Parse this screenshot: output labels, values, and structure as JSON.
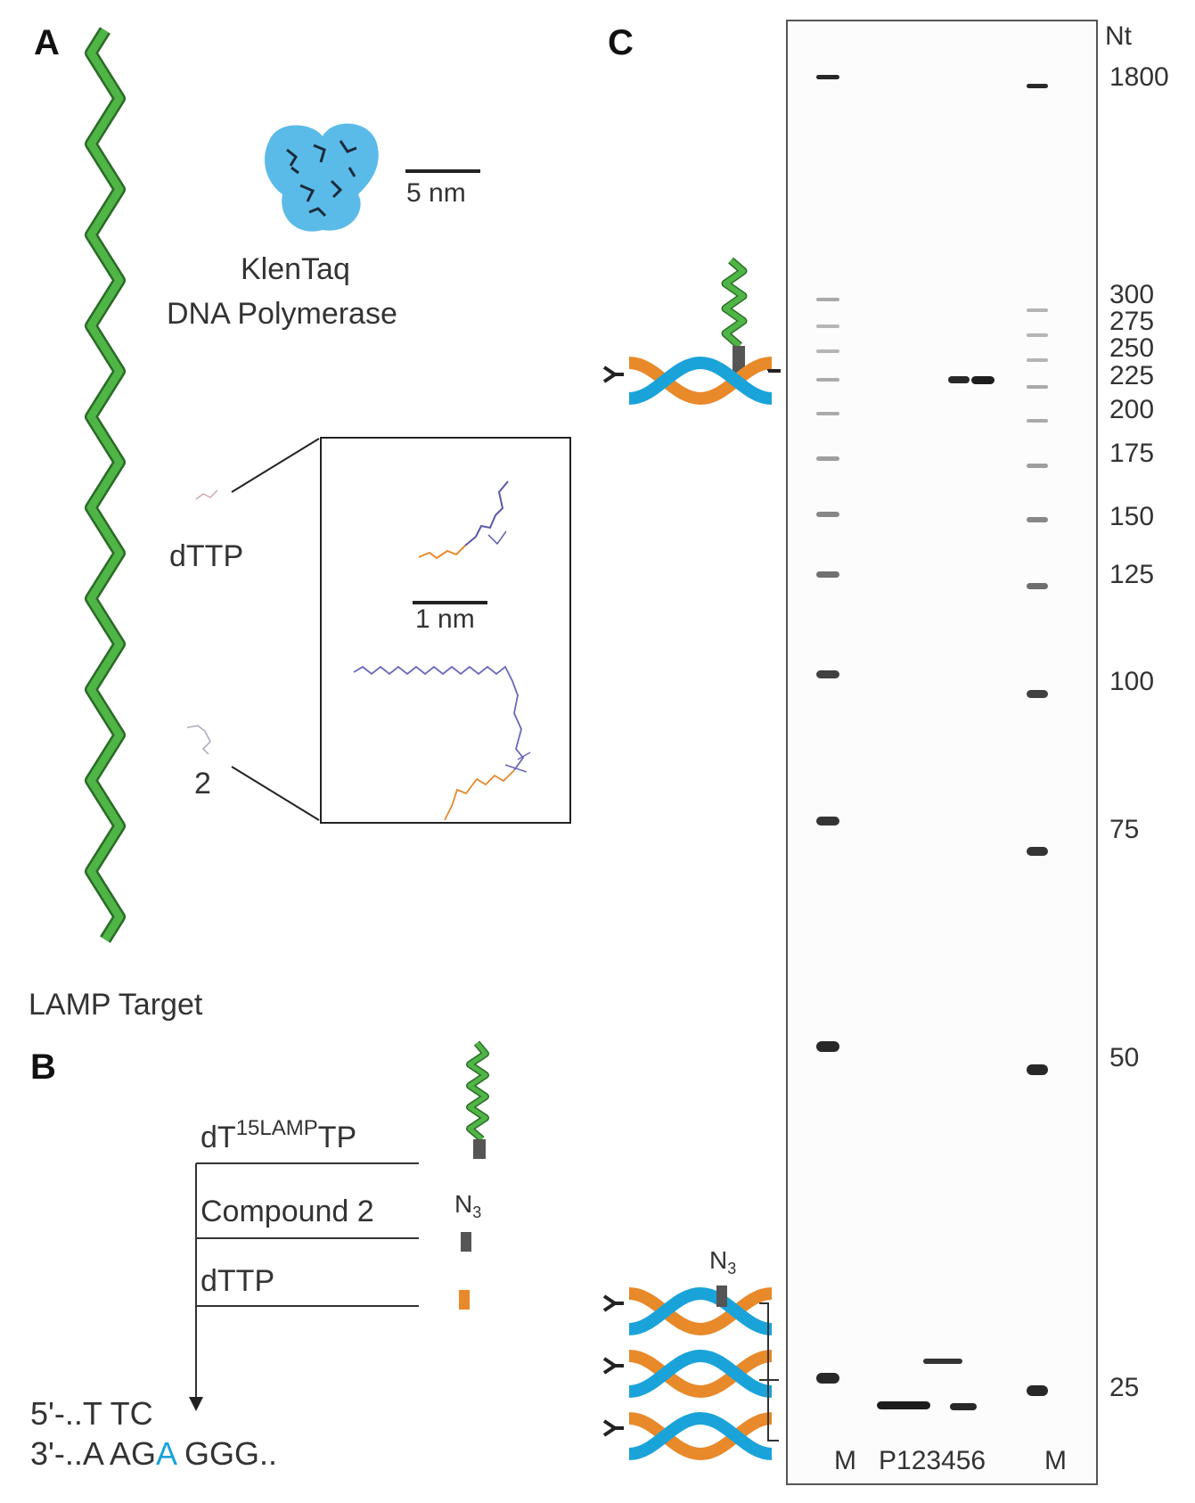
{
  "panel_a": {
    "label": "A",
    "lamp_target_label": "LAMP Target",
    "protein_label_line1": "KlenTaq",
    "protein_label_line2": "DNA Polymerase",
    "scale_5nm": "5 nm",
    "dttp_label": "dTTP",
    "compound_label": "2",
    "scale_1nm": "1 nm"
  },
  "panel_b": {
    "label": "B",
    "row1_pre": "dT",
    "row1_sup": "15LAMP",
    "row1_post": "TP",
    "row2": "Compound 2",
    "row3": "dTTP",
    "n3": "N",
    "n3_sub": "3",
    "seq_top": "5'-..T TC",
    "seq_bottom_pre": "3'-..A AG",
    "seq_bottom_highlight": "A",
    "seq_bottom_post": " GGG..",
    "highlight_color": "#1aa3d9"
  },
  "panel_c": {
    "label": "C",
    "axis_unit": "Nt",
    "ticks": [
      "1800",
      "300",
      "275",
      "250",
      "225",
      "200",
      "175",
      "150",
      "125",
      "100",
      "75",
      "50",
      "25"
    ],
    "lanes": [
      "M",
      "P123456",
      "M"
    ],
    "n3": "N",
    "n3_sub": "3"
  },
  "colors": {
    "dna_green": "#3f9a3a",
    "protein_blue": "#5bbbe8",
    "helix_cyan": "#1aa3d9",
    "helix_orange": "#e8892a",
    "gel_band": "#111111"
  }
}
